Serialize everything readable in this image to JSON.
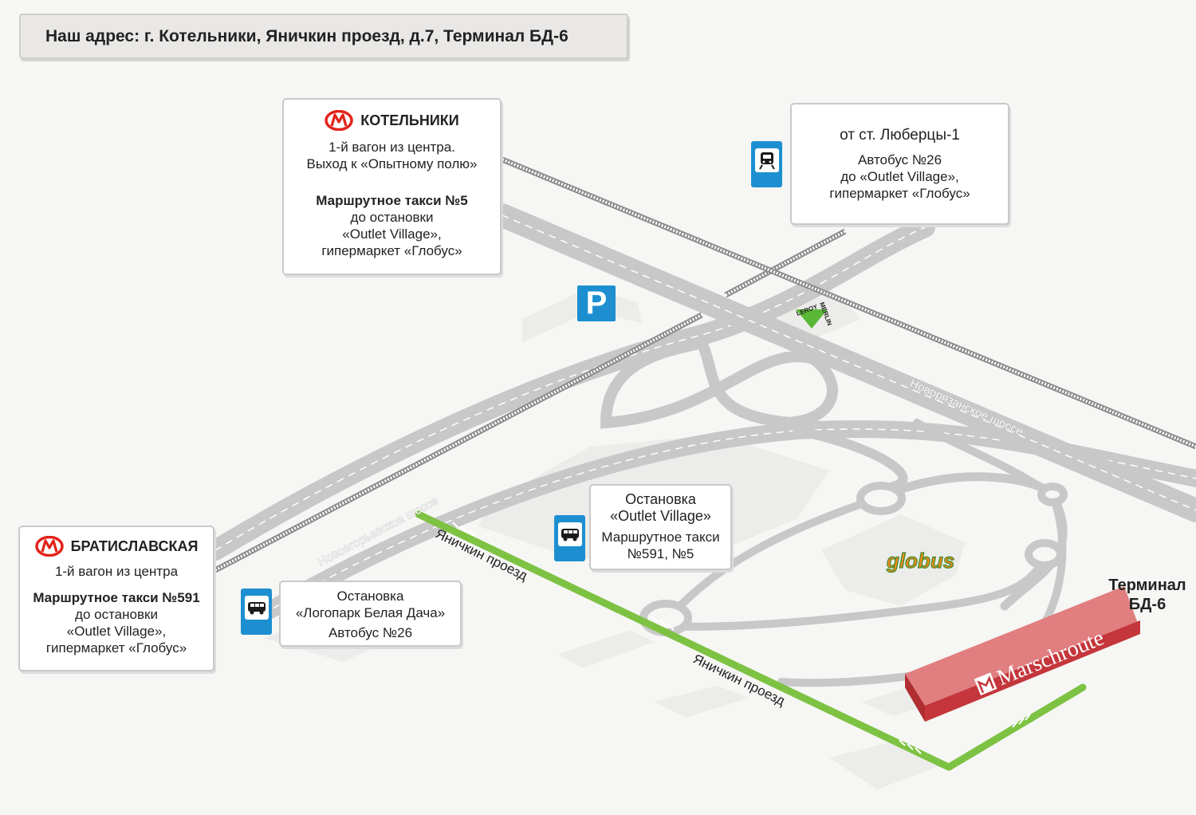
{
  "address": "Наш адрес: г. Котельники, Яничкин проезд, д.7, Терминал БД-6",
  "boxes": {
    "kotelniki": {
      "metro_letter": "М",
      "title": "КОТЕЛЬНИКИ",
      "line1": "1-й вагон из центра.",
      "line2": "Выход к «Опытному полю»",
      "bold": "Маршрутное такси №5",
      "line3": "до остановки",
      "line4": "«Outlet Village»,",
      "line5": "гипермаркет «Глобус»"
    },
    "lyubertsy": {
      "title": "от ст. Люберцы-1",
      "line1": "Автобус №26",
      "line2": "до «Outlet Village»,",
      "line3": "гипермаркет «Глобус»"
    },
    "bratislavskaya": {
      "metro_letter": "М",
      "title": "БРАТИСЛАВСКАЯ",
      "line1": "1-й вагон из центра",
      "bold": "Маршрутное такси №591",
      "line2": "до остановки",
      "line3": "«Outlet Village»,",
      "line4": "гипермаркет «Глобус»"
    },
    "stop_logopark": {
      "title": "Остановка",
      "name": "«Логопарк Белая Дача»",
      "route": "Автобус №26"
    },
    "stop_outlet": {
      "title": "Остановка",
      "name": "«Outlet Village»",
      "route1": "Маршрутное такси",
      "route2": "№591, №5"
    }
  },
  "parking": "P",
  "roads": {
    "novoryazanskoe": "Новорязанское шоссе",
    "novoegoryevskoe": "Новоегорьевское шоссе",
    "yanichkin1": "Яничкин проезд",
    "yanichkin2": "Яничкин проезд"
  },
  "brands": {
    "globus": "globus",
    "marschroute": "Marschroute",
    "leroy1": "LEROY",
    "leroy2": "MERLIN"
  },
  "terminal": {
    "line1": "Терминал",
    "line2": "БД-6"
  },
  "colors": {
    "route": "#7dc242",
    "road": "#c8c8c8",
    "sign_blue": "#1d8fd1",
    "metro_red": "#e2231a",
    "terminal_red": "#d9474b",
    "leroy_green": "#5bb836"
  },
  "icons": [
    "metro-icon",
    "train-icon",
    "bus-icon",
    "parking-icon"
  ]
}
